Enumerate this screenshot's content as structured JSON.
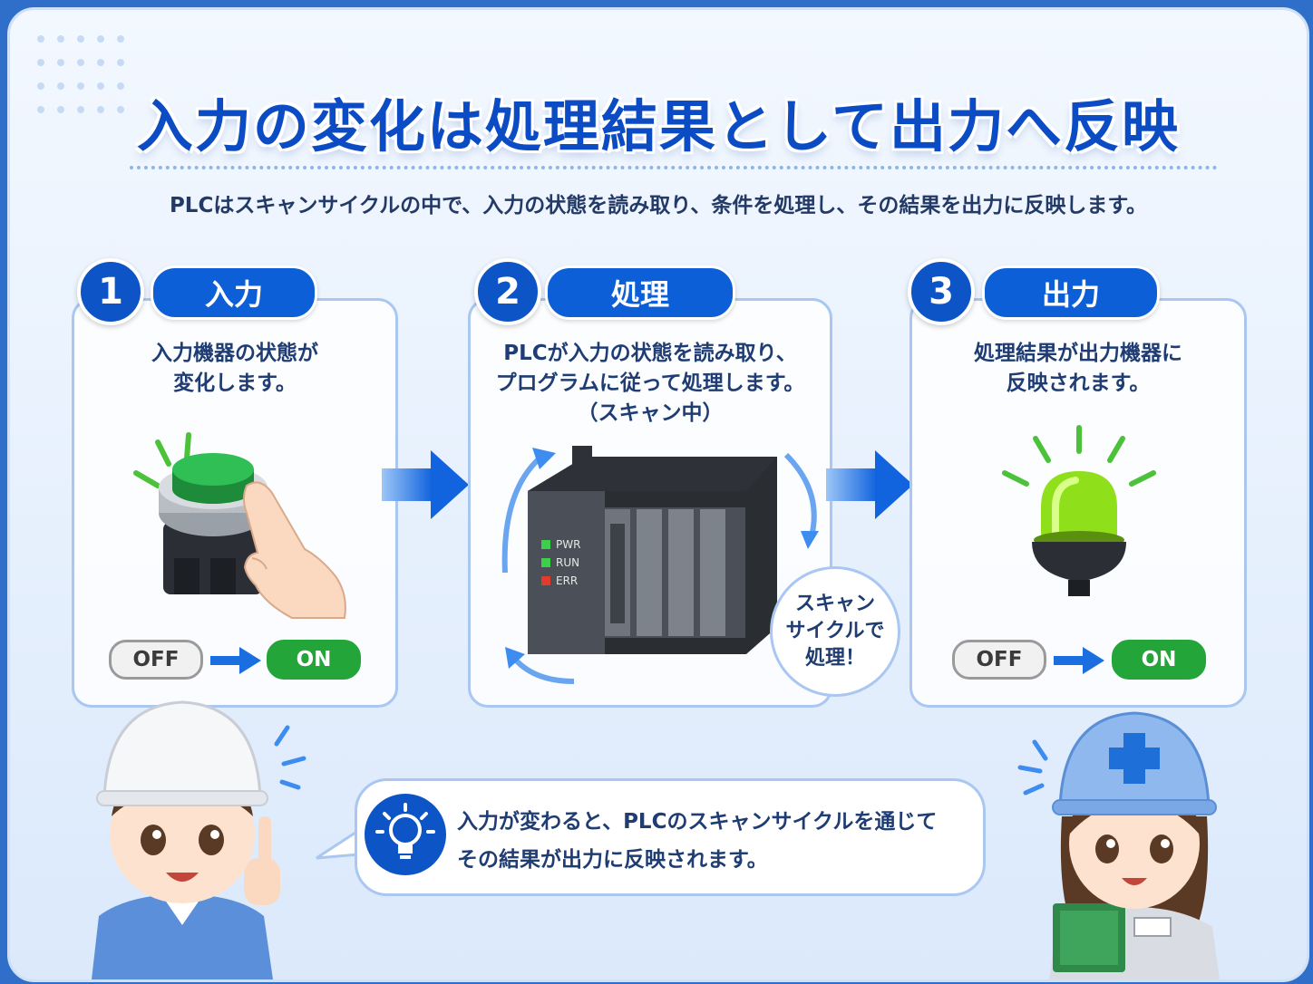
{
  "title": "入力の変化は処理結果として出力へ反映",
  "subtitle": "PLCはスキャンサイクルの中で、入力の状態を読み取り、条件を処理し、その結果を出力に反映します。",
  "steps": [
    {
      "number": "1",
      "label": "入力",
      "desc": [
        "入力機器の状態が",
        "変化します。"
      ],
      "from": "OFF",
      "to": "ON"
    },
    {
      "number": "2",
      "label": "処理",
      "desc": [
        "PLCが入力の状態を読み取り、",
        "プログラムに従って処理します。",
        "（スキャン中）"
      ]
    },
    {
      "number": "3",
      "label": "出力",
      "desc": [
        "処理結果が出力機器に",
        "反映されます。"
      ],
      "from": "OFF",
      "to": "ON"
    }
  ],
  "plc": {
    "leds": [
      "PWR",
      "RUN",
      "ERR"
    ]
  },
  "scan_bubble": [
    "スキャン",
    "サイクルで",
    "処理！"
  ],
  "summary": [
    "入力が変わると、PLCのスキャンサイクルを通じて",
    "その結果が出力に反映されます。"
  ],
  "colors": {
    "primary": "#0d54c7",
    "on": "#23a53a",
    "led_green": "#3cd04a",
    "led_red": "#e23b2b",
    "lamp": "#8fe01a"
  }
}
